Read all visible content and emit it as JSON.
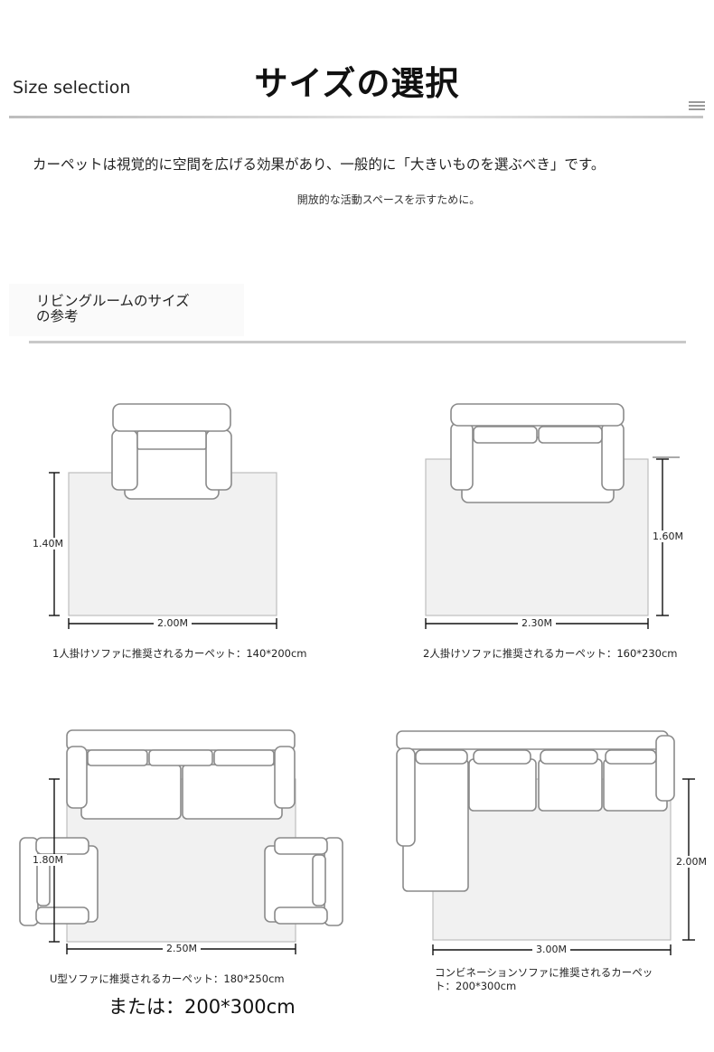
{
  "header": {
    "subtitle_en": "Size selection",
    "title_jp": "サイズの選択"
  },
  "intro": {
    "main": "カーペットは視覚的に空間を広げる効果があり、一般的に「大きいものを選ぶべき」です。",
    "sub": "開放的な活動スペースを示すために。"
  },
  "section": {
    "title_line1": "リビングルームのサイズ",
    "title_line2": "の参考"
  },
  "diagrams": [
    {
      "caption": "1人掛けソファに推奨されるカーペット：140*200cm",
      "width_label": "2.00M",
      "height_label": "1.40M"
    },
    {
      "caption": "2人掛けソファに推奨されるカーペット：160*230cm",
      "width_label": "2.30M",
      "height_label": "1.60M"
    },
    {
      "caption": "U型ソファに推奨されるカーペット：180*250cm",
      "width_label": "2.50M",
      "height_label": "1.80M",
      "alt": "または：200*300cm"
    },
    {
      "caption_line1": "コンビネーションソファに推奨されるカーペッ",
      "caption_line2": "ト：200*300cm",
      "width_label": "3.00M",
      "height_label": "2.00M"
    }
  ],
  "icons": {
    "menu": "menu-icon"
  }
}
